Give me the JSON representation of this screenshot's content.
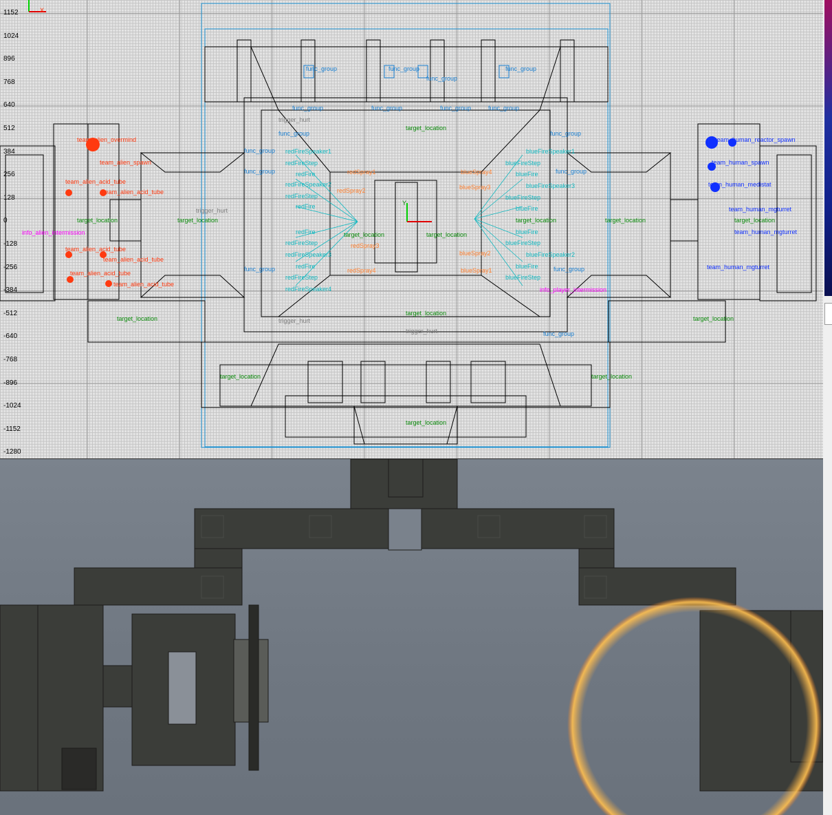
{
  "grid_view": {
    "axis_labels": [
      "1152",
      "1024",
      "896",
      "768",
      "640",
      "512",
      "384",
      "256",
      "128",
      "0",
      "-128",
      "-256",
      "-384",
      "-512",
      "-640",
      "-768",
      "-896",
      "-1024",
      "-1152",
      "-1280"
    ],
    "axis_x": "X",
    "axis_y": "Y",
    "alien_entities": [
      "team_alien_overmind",
      "team_alien_spawn",
      "team_alien_acid_tube",
      "team_alien_acid_tube",
      "team_alien_acid_tube",
      "team_alien_acid_tube",
      "team_alien_acid_tube",
      "team_alien_acid_tube"
    ],
    "alien_intermission": "info_alien_intermission",
    "human_entities": [
      "team_human_reactor_spawn",
      "team_human_spawn",
      "team_human_medistat",
      "team_human_mgturret",
      "team_human_mgturret",
      "team_human_mgturret"
    ],
    "player_intermission": "info_player_intermission",
    "target_locations": [
      "target_location",
      "target_location",
      "target_location",
      "target_location",
      "target_location",
      "target_location",
      "target_location",
      "target_location",
      "target_location",
      "target_location",
      "target_location",
      "target_location",
      "target_location",
      "target_location"
    ],
    "func_groups": [
      "func_group",
      "func_group",
      "func_group",
      "func_group",
      "func_group",
      "func_group",
      "func_group",
      "func_group",
      "func_group",
      "func_group",
      "func_group",
      "func_group",
      "func_group",
      "func_group",
      "func_group",
      "func_group"
    ],
    "trigger_hurts": [
      "trigger_hurt",
      "trigger_hurt",
      "trigger_hurt",
      "trigger_hurt"
    ],
    "red_fx": [
      "redFireSpeaker1",
      "redFireStep",
      "redFire",
      "redFireSpeaker2",
      "redFireStep",
      "redFire",
      "redFire",
      "redFireStep",
      "redFireSpeaker3",
      "redFire",
      "redFireStep",
      "redFireSpeaker4"
    ],
    "red_sprays": [
      "redSpray1",
      "redSpray2",
      "redSpray3",
      "redSpray4"
    ],
    "blue_fx": [
      "blueFireSpeaker1",
      "blueFireStep",
      "blueFire",
      "blueFireSpeaker3",
      "blueFireStep",
      "blueFire",
      "blueFire",
      "blueFireStep",
      "blueFireSpeaker2",
      "blueFire",
      "blueFireStep"
    ],
    "blue_sprays": [
      "blueSpray4",
      "blueSpray3",
      "blueSpray2",
      "blueSpray1"
    ]
  },
  "colors": {
    "alien": "#ff3a10",
    "human": "#1030ff",
    "target": "#0a8a0a",
    "func_group": "#1a7fd0",
    "intermission": "#ff00ff",
    "camera_glow": "#ffb040"
  }
}
